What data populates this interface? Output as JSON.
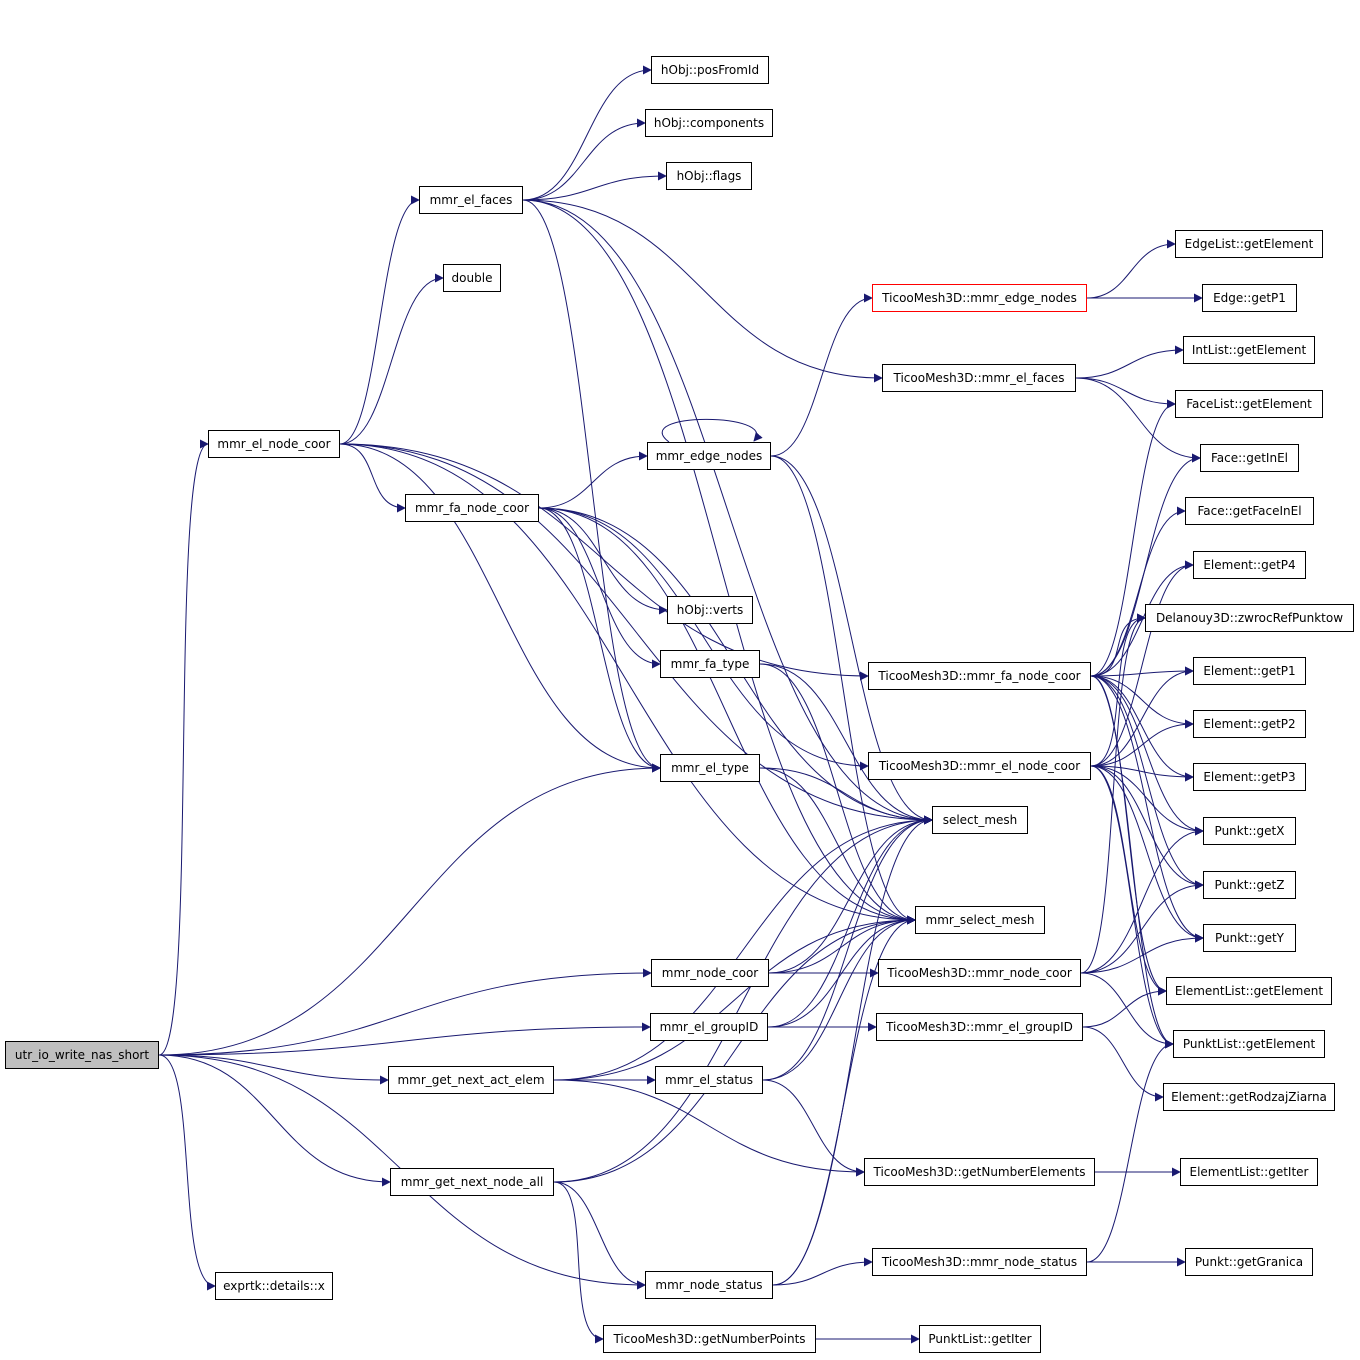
{
  "graph": {
    "nodes": [
      {
        "id": "utr_io_write_nas_short",
        "label": "utr_io_write_nas_short",
        "root": true
      },
      {
        "id": "mmr_el_node_coor",
        "label": "mmr_el_node_coor"
      },
      {
        "id": "mmr_el_faces",
        "label": "mmr_el_faces"
      },
      {
        "id": "double",
        "label": "double"
      },
      {
        "id": "hObj_posFromId",
        "label": "hObj::posFromId"
      },
      {
        "id": "hObj_components",
        "label": "hObj::components"
      },
      {
        "id": "hObj_flags",
        "label": "hObj::flags"
      },
      {
        "id": "mmr_fa_node_coor",
        "label": "mmr_fa_node_coor"
      },
      {
        "id": "mmr_edge_nodes",
        "label": "mmr_edge_nodes"
      },
      {
        "id": "hObj_verts",
        "label": "hObj::verts"
      },
      {
        "id": "mmr_fa_type",
        "label": "mmr_fa_type"
      },
      {
        "id": "mmr_el_type",
        "label": "mmr_el_type"
      },
      {
        "id": "select_mesh",
        "label": "select_mesh"
      },
      {
        "id": "mmr_select_mesh",
        "label": "mmr_select_mesh"
      },
      {
        "id": "mmr_node_coor",
        "label": "mmr_node_coor"
      },
      {
        "id": "mmr_el_groupID",
        "label": "mmr_el_groupID"
      },
      {
        "id": "mmr_get_next_act_elem",
        "label": "mmr_get_next_act_elem"
      },
      {
        "id": "mmr_el_status",
        "label": "mmr_el_status"
      },
      {
        "id": "mmr_get_next_node_all",
        "label": "mmr_get_next_node_all"
      },
      {
        "id": "mmr_node_status",
        "label": "mmr_node_status"
      },
      {
        "id": "exprtk_details_x",
        "label": "exprtk::details::x"
      },
      {
        "id": "T_getNumberPoints",
        "label": "TicooMesh3D::getNumberPoints"
      },
      {
        "id": "PunktList_getIter",
        "label": "PunktList::getIter"
      },
      {
        "id": "T_mmr_edge_nodes",
        "label": "TicooMesh3D::mmr_edge_nodes",
        "truncated": true
      },
      {
        "id": "T_mmr_el_faces",
        "label": "TicooMesh3D::mmr_el_faces"
      },
      {
        "id": "T_mmr_fa_node_coor",
        "label": "TicooMesh3D::mmr_fa_node_coor"
      },
      {
        "id": "T_mmr_el_node_coor",
        "label": "TicooMesh3D::mmr_el_node_coor"
      },
      {
        "id": "T_mmr_node_coor",
        "label": "TicooMesh3D::mmr_node_coor"
      },
      {
        "id": "T_mmr_el_groupID",
        "label": "TicooMesh3D::mmr_el_groupID"
      },
      {
        "id": "T_getNumberElements",
        "label": "TicooMesh3D::getNumberElements"
      },
      {
        "id": "T_mmr_node_status",
        "label": "TicooMesh3D::mmr_node_status"
      },
      {
        "id": "EdgeList_getElement",
        "label": "EdgeList::getElement"
      },
      {
        "id": "Edge_getP1",
        "label": "Edge::getP1"
      },
      {
        "id": "IntList_getElement",
        "label": "IntList::getElement"
      },
      {
        "id": "FaceList_getElement",
        "label": "FaceList::getElement"
      },
      {
        "id": "Face_getInEl",
        "label": "Face::getInEl"
      },
      {
        "id": "Face_getFaceInEl",
        "label": "Face::getFaceInEl"
      },
      {
        "id": "Element_getP4",
        "label": "Element::getP4"
      },
      {
        "id": "Delanouy3D_zwrocRefPunktow",
        "label": "Delanouy3D::zwrocRefPunktow"
      },
      {
        "id": "Element_getP1",
        "label": "Element::getP1"
      },
      {
        "id": "Element_getP2",
        "label": "Element::getP2"
      },
      {
        "id": "Element_getP3",
        "label": "Element::getP3"
      },
      {
        "id": "Punkt_getX",
        "label": "Punkt::getX"
      },
      {
        "id": "Punkt_getZ",
        "label": "Punkt::getZ"
      },
      {
        "id": "Punkt_getY",
        "label": "Punkt::getY"
      },
      {
        "id": "ElementList_getElement",
        "label": "ElementList::getElement"
      },
      {
        "id": "PunktList_getElement",
        "label": "PunktList::getElement"
      },
      {
        "id": "Element_getRodzajZiarna",
        "label": "Element::getRodzajZiarna"
      },
      {
        "id": "ElementList_getIter",
        "label": "ElementList::getIter"
      },
      {
        "id": "Punkt_getGranica",
        "label": "Punkt::getGranica"
      }
    ],
    "edges": [
      [
        "utr_io_write_nas_short",
        "mmr_el_node_coor"
      ],
      [
        "utr_io_write_nas_short",
        "mmr_el_type"
      ],
      [
        "utr_io_write_nas_short",
        "mmr_node_coor"
      ],
      [
        "utr_io_write_nas_short",
        "mmr_el_groupID"
      ],
      [
        "utr_io_write_nas_short",
        "mmr_get_next_act_elem"
      ],
      [
        "utr_io_write_nas_short",
        "mmr_get_next_node_all"
      ],
      [
        "utr_io_write_nas_short",
        "mmr_node_status"
      ],
      [
        "utr_io_write_nas_short",
        "exprtk_details_x"
      ],
      [
        "mmr_el_node_coor",
        "mmr_el_faces"
      ],
      [
        "mmr_el_node_coor",
        "double"
      ],
      [
        "mmr_el_node_coor",
        "mmr_fa_node_coor"
      ],
      [
        "mmr_el_node_coor",
        "mmr_el_type"
      ],
      [
        "mmr_el_node_coor",
        "select_mesh"
      ],
      [
        "mmr_el_node_coor",
        "mmr_select_mesh"
      ],
      [
        "mmr_el_node_coor",
        "T_mmr_fa_node_coor"
      ],
      [
        "mmr_el_faces",
        "hObj_posFromId"
      ],
      [
        "mmr_el_faces",
        "hObj_components"
      ],
      [
        "mmr_el_faces",
        "hObj_flags"
      ],
      [
        "mmr_el_faces",
        "mmr_el_type"
      ],
      [
        "mmr_el_faces",
        "select_mesh"
      ],
      [
        "mmr_el_faces",
        "mmr_select_mesh"
      ],
      [
        "mmr_el_faces",
        "T_mmr_el_faces"
      ],
      [
        "mmr_fa_node_coor",
        "mmr_edge_nodes"
      ],
      [
        "mmr_fa_node_coor",
        "hObj_verts"
      ],
      [
        "mmr_fa_node_coor",
        "mmr_fa_type"
      ],
      [
        "mmr_fa_node_coor",
        "mmr_el_type"
      ],
      [
        "mmr_fa_node_coor",
        "select_mesh"
      ],
      [
        "mmr_fa_node_coor",
        "mmr_select_mesh"
      ],
      [
        "mmr_fa_node_coor",
        "T_mmr_el_node_coor"
      ],
      [
        "mmr_edge_nodes",
        "mmr_edge_nodes"
      ],
      [
        "mmr_edge_nodes",
        "T_mmr_edge_nodes"
      ],
      [
        "mmr_edge_nodes",
        "select_mesh"
      ],
      [
        "mmr_edge_nodes",
        "mmr_select_mesh"
      ],
      [
        "mmr_fa_type",
        "select_mesh"
      ],
      [
        "mmr_fa_type",
        "mmr_select_mesh"
      ],
      [
        "mmr_el_type",
        "select_mesh"
      ],
      [
        "mmr_el_type",
        "mmr_select_mesh"
      ],
      [
        "mmr_node_coor",
        "select_mesh"
      ],
      [
        "mmr_node_coor",
        "mmr_select_mesh"
      ],
      [
        "mmr_node_coor",
        "T_mmr_node_coor"
      ],
      [
        "mmr_el_groupID",
        "select_mesh"
      ],
      [
        "mmr_el_groupID",
        "mmr_select_mesh"
      ],
      [
        "mmr_el_groupID",
        "T_mmr_el_groupID"
      ],
      [
        "mmr_get_next_act_elem",
        "mmr_el_status"
      ],
      [
        "mmr_get_next_act_elem",
        "select_mesh"
      ],
      [
        "mmr_get_next_act_elem",
        "mmr_select_mesh"
      ],
      [
        "mmr_get_next_act_elem",
        "T_getNumberElements"
      ],
      [
        "mmr_el_status",
        "select_mesh"
      ],
      [
        "mmr_el_status",
        "mmr_select_mesh"
      ],
      [
        "mmr_el_status",
        "T_getNumberElements"
      ],
      [
        "mmr_get_next_node_all",
        "mmr_node_status"
      ],
      [
        "mmr_get_next_node_all",
        "select_mesh"
      ],
      [
        "mmr_get_next_node_all",
        "mmr_select_mesh"
      ],
      [
        "mmr_get_next_node_all",
        "T_getNumberPoints"
      ],
      [
        "mmr_node_status",
        "select_mesh"
      ],
      [
        "mmr_node_status",
        "mmr_select_mesh"
      ],
      [
        "mmr_node_status",
        "T_mmr_node_status"
      ],
      [
        "T_getNumberPoints",
        "PunktList_getIter"
      ],
      [
        "T_mmr_edge_nodes",
        "EdgeList_getElement"
      ],
      [
        "T_mmr_edge_nodes",
        "Edge_getP1"
      ],
      [
        "T_mmr_el_faces",
        "IntList_getElement"
      ],
      [
        "T_mmr_el_faces",
        "FaceList_getElement"
      ],
      [
        "T_mmr_el_faces",
        "Face_getInEl"
      ],
      [
        "T_mmr_fa_node_coor",
        "FaceList_getElement"
      ],
      [
        "T_mmr_fa_node_coor",
        "Face_getInEl"
      ],
      [
        "T_mmr_fa_node_coor",
        "Face_getFaceInEl"
      ],
      [
        "T_mmr_fa_node_coor",
        "Element_getP4"
      ],
      [
        "T_mmr_fa_node_coor",
        "Delanouy3D_zwrocRefPunktow"
      ],
      [
        "T_mmr_fa_node_coor",
        "Element_getP1"
      ],
      [
        "T_mmr_fa_node_coor",
        "Element_getP2"
      ],
      [
        "T_mmr_fa_node_coor",
        "Element_getP3"
      ],
      [
        "T_mmr_fa_node_coor",
        "Punkt_getX"
      ],
      [
        "T_mmr_fa_node_coor",
        "Punkt_getZ"
      ],
      [
        "T_mmr_fa_node_coor",
        "Punkt_getY"
      ],
      [
        "T_mmr_fa_node_coor",
        "ElementList_getElement"
      ],
      [
        "T_mmr_fa_node_coor",
        "PunktList_getElement"
      ],
      [
        "T_mmr_el_node_coor",
        "Element_getP4"
      ],
      [
        "T_mmr_el_node_coor",
        "Delanouy3D_zwrocRefPunktow"
      ],
      [
        "T_mmr_el_node_coor",
        "Element_getP1"
      ],
      [
        "T_mmr_el_node_coor",
        "Element_getP2"
      ],
      [
        "T_mmr_el_node_coor",
        "Element_getP3"
      ],
      [
        "T_mmr_el_node_coor",
        "Punkt_getX"
      ],
      [
        "T_mmr_el_node_coor",
        "Punkt_getZ"
      ],
      [
        "T_mmr_el_node_coor",
        "Punkt_getY"
      ],
      [
        "T_mmr_el_node_coor",
        "ElementList_getElement"
      ],
      [
        "T_mmr_el_node_coor",
        "PunktList_getElement"
      ],
      [
        "T_mmr_node_coor",
        "Delanouy3D_zwrocRefPunktow"
      ],
      [
        "T_mmr_node_coor",
        "Punkt_getX"
      ],
      [
        "T_mmr_node_coor",
        "Punkt_getZ"
      ],
      [
        "T_mmr_node_coor",
        "Punkt_getY"
      ],
      [
        "T_mmr_node_coor",
        "PunktList_getElement"
      ],
      [
        "T_mmr_el_groupID",
        "ElementList_getElement"
      ],
      [
        "T_mmr_el_groupID",
        "Element_getRodzajZiarna"
      ],
      [
        "T_getNumberElements",
        "ElementList_getIter"
      ],
      [
        "T_mmr_node_status",
        "Punkt_getGranica"
      ],
      [
        "T_mmr_node_status",
        "PunktList_getElement"
      ]
    ]
  },
  "colors": {
    "edge": "#191970",
    "root_fill": "#bfbfbf",
    "node_border": "#000000",
    "truncated_border": "#ff0000"
  }
}
